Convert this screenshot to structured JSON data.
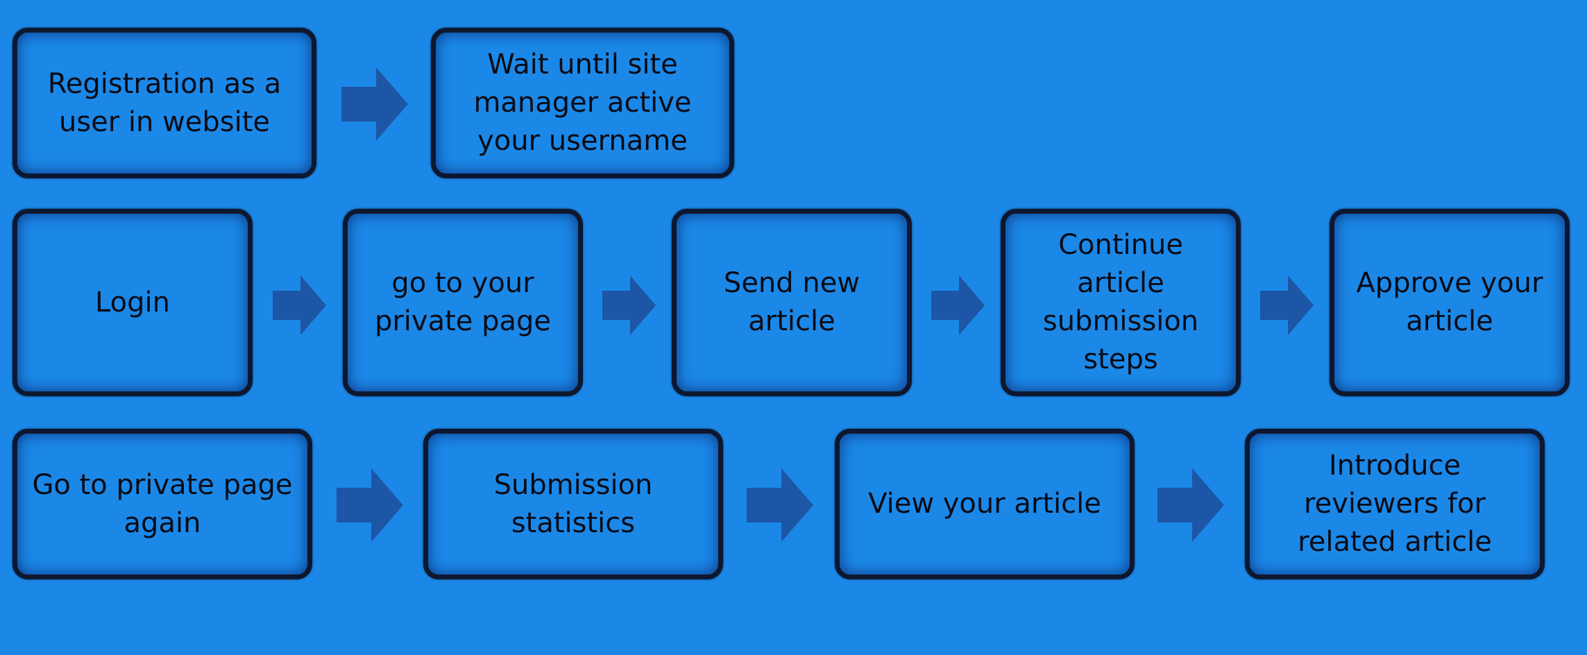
{
  "colors": {
    "background": "#1b88e8",
    "box_border": "#0e1730",
    "arrow": "#1d56a6",
    "text": "#0b0b14"
  },
  "rows": [
    {
      "steps": [
        {
          "label": "Registration as a\nuser in website"
        },
        {
          "label": "Wait until site\nmanager active\nyour username"
        }
      ]
    },
    {
      "steps": [
        {
          "label": "Login"
        },
        {
          "label": "go to your\nprivate page"
        },
        {
          "label": "Send new\narticle"
        },
        {
          "label": "Continue\narticle\nsubmission\nsteps"
        },
        {
          "label": "Approve your\narticle"
        }
      ]
    },
    {
      "steps": [
        {
          "label": "Go to private page\nagain"
        },
        {
          "label": "Submission\nstatistics"
        },
        {
          "label": "View your article"
        },
        {
          "label": "Introduce\nreviewers for\nrelated article"
        }
      ]
    }
  ],
  "arrow_icon": "right-arrow-icon"
}
